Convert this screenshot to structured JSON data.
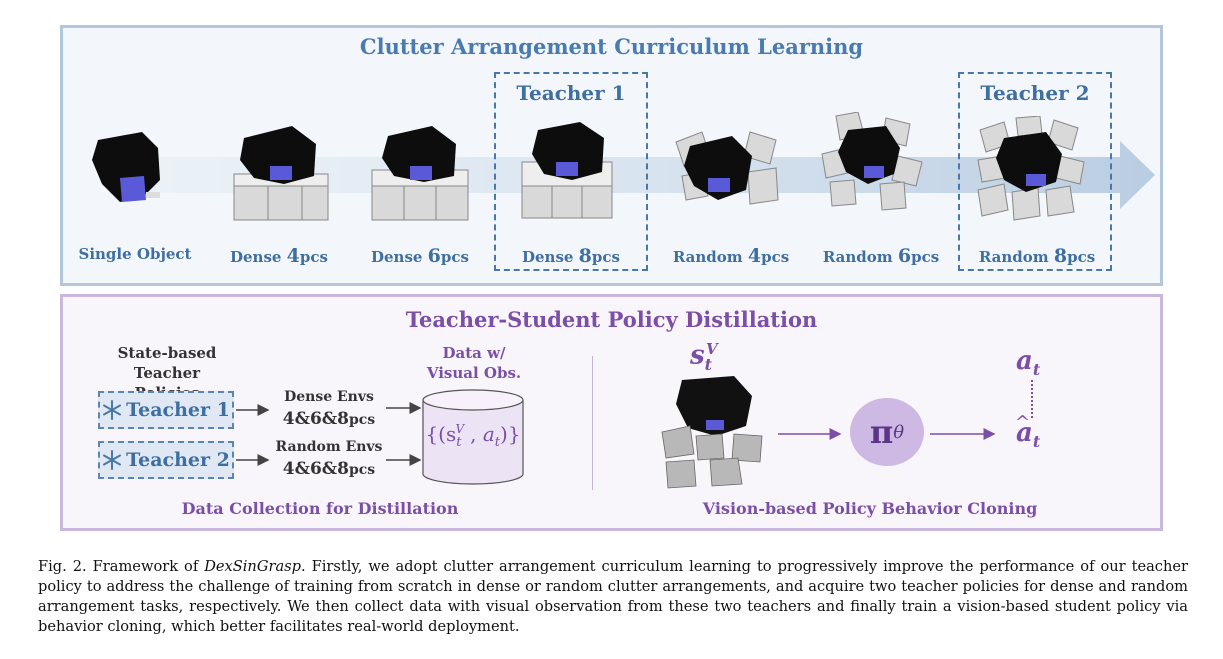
{
  "curriculum": {
    "title": "Clutter Arrangement Curriculum Learning",
    "stages": [
      {
        "prefix": "Single Object",
        "num": "",
        "suffix": ""
      },
      {
        "prefix": "Dense ",
        "num": "4",
        "suffix": "pcs"
      },
      {
        "prefix": "Dense ",
        "num": "6",
        "suffix": "pcs"
      },
      {
        "prefix": "Dense ",
        "num": "8",
        "suffix": "pcs"
      },
      {
        "prefix": "Random ",
        "num": "4",
        "suffix": "pcs"
      },
      {
        "prefix": "Random ",
        "num": "6",
        "suffix": "pcs"
      },
      {
        "prefix": "Random ",
        "num": "8",
        "suffix": "pcs"
      }
    ],
    "teacher1_label": "Teacher 1",
    "teacher2_label": "Teacher 2"
  },
  "distillation": {
    "title": "Teacher-Student Policy Distillation",
    "state_based_line1": "State-based",
    "state_based_line2": "Teacher Policies",
    "teacher1": "Teacher 1",
    "teacher2": "Teacher 2",
    "dense_envs": "Dense Envs",
    "dense_count": "4&6&8",
    "random_envs": "Random Envs",
    "random_count": "4&6&8",
    "pcs": "pcs",
    "data_label_line1": "Data w/",
    "data_label_line2": "Visual Obs.",
    "dataset_formula": "{(s",
    "left_caption": "Data Collection for Distillation",
    "right_caption": "Vision-based Policy Behavior Cloning",
    "obs_symbol": "s",
    "policy_symbol": "π",
    "policy_sub": "θ",
    "action_symbol": "a",
    "action_sub": "t"
  },
  "caption": {
    "prefix": "Fig. 2.    Framework of ",
    "name": "DexSinGrasp",
    "body": ". Firstly, we adopt clutter arrangement curriculum learning to progressively improve the performance of our teacher policy to address the challenge of training from scratch in dense or random clutter arrangements, and acquire two teacher policies for dense and random arrangement tasks, respectively. We then collect data with visual observation from these two teachers and finally train a vision-based student policy via behavior cloning, which better facilitates real-world deployment."
  },
  "colors": {
    "curriculum_accent": "#4a7bb0",
    "distillation_accent": "#7b4fa8",
    "target_object": "#5a5ad8"
  }
}
